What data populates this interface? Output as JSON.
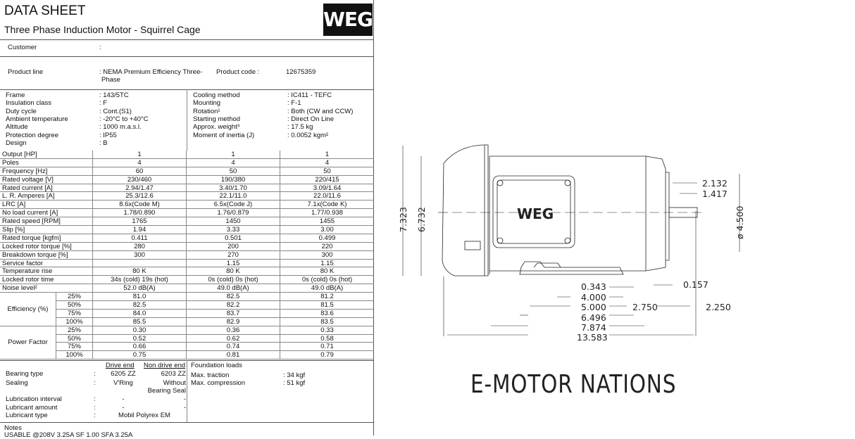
{
  "header": {
    "title": "DATA SHEET",
    "subtitle": "Three Phase Induction Motor - Squirrel Cage",
    "logo": "WEG"
  },
  "customer": {
    "label": "Customer",
    "value": ":"
  },
  "product": {
    "line_label": "Product line",
    "line_value": ": NEMA Premium Efficiency Three-",
    "line_value2": "Phase",
    "code_label": "Product code :",
    "code_value": "12675359"
  },
  "specs_left": [
    [
      "Frame",
      ": 143/5TC"
    ],
    [
      "Insulation class",
      ": F"
    ],
    [
      "Duty cycle",
      ": Cont.(S1)"
    ],
    [
      "Ambient temperature",
      ": -20°C to +40°C"
    ],
    [
      "Altitude",
      ": 1000 m.a.s.l."
    ],
    [
      "Protection degree",
      ": IP55"
    ],
    [
      "Design",
      ": B"
    ]
  ],
  "specs_right": [
    [
      "Cooling method",
      ": IC411 - TEFC"
    ],
    [
      "Mounting",
      ": F-1"
    ],
    [
      "Rotation¹",
      ": Both (CW and CCW)"
    ],
    [
      "Starting method",
      ": Direct On Line"
    ],
    [
      "Approx. weight³",
      ": 17.5 kg"
    ],
    [
      "Moment of inertia (J)",
      ": 0.0052 kgm²"
    ]
  ],
  "rows": [
    [
      "Output [HP]",
      "1",
      "1",
      "1"
    ],
    [
      "Poles",
      "4",
      "4",
      "4"
    ],
    [
      "Frequency [Hz]",
      "60",
      "50",
      "50"
    ],
    [
      "Rated voltage [V]",
      "230/460",
      "190/380",
      "220/415"
    ],
    [
      "Rated current [A]",
      "2.94/1.47",
      "3.40/1.70",
      "3.09/1.64"
    ],
    [
      "L. R. Amperes [A]",
      "25.3/12.6",
      "22.1/11.0",
      "22.0/11.6"
    ],
    [
      "LRC [A]",
      "8.6x(Code M)",
      "6.5x(Code J)",
      "7.1x(Code K)"
    ],
    [
      "No load current [A]",
      "1.78/0.890",
      "1.76/0.879",
      "1.77/0.938"
    ],
    [
      "Rated speed [RPM]",
      "1765",
      "1450",
      "1455"
    ],
    [
      "Slip [%]",
      "1.94",
      "3.33",
      "3.00"
    ],
    [
      "Rated torque [kgfm]",
      "0.411",
      "0.501",
      "0.499"
    ],
    [
      "Locked rotor torque [%]",
      "280",
      "200",
      "220"
    ],
    [
      "Breakdown torque [%]",
      "300",
      "270",
      "300"
    ],
    [
      "Service factor",
      "",
      "1.15",
      "1.15"
    ],
    [
      "Temperature rise",
      "80 K",
      "80 K",
      "80 K"
    ],
    [
      "Locked rotor time",
      "34s (cold) 19s (hot)",
      "0s (cold) 0s (hot)",
      "0s (cold) 0s (hot)"
    ],
    [
      "Noise level²",
      "52.0 dB(A)",
      "49.0 dB(A)",
      "49.0 dB(A)"
    ]
  ],
  "efficiency": {
    "label": "Efficiency (%)",
    "rows": [
      [
        "25%",
        "81.0",
        "82.5",
        "81.2"
      ],
      [
        "50%",
        "82.5",
        "82.2",
        "81.5"
      ],
      [
        "75%",
        "84.0",
        "83.7",
        "83.6"
      ],
      [
        "100%",
        "85.5",
        "82.9",
        "83.5"
      ]
    ]
  },
  "power_factor": {
    "label": "Power Factor",
    "rows": [
      [
        "25%",
        "0.30",
        "0.36",
        "0.33"
      ],
      [
        "50%",
        "0.52",
        "0.62",
        "0.58"
      ],
      [
        "75%",
        "0.66",
        "0.74",
        "0.71"
      ],
      [
        "100%",
        "0.75",
        "0.81",
        "0.79"
      ]
    ]
  },
  "bearing": {
    "drive_end": "Drive end",
    "non_drive_end": "Non drive end",
    "rows": [
      [
        "Bearing type",
        ":",
        "6205 ZZ",
        "6203 ZZ"
      ],
      [
        "Sealing",
        ":",
        "V'Ring",
        "Without"
      ],
      [
        "",
        "",
        "",
        "Bearing Seal"
      ],
      [
        "Lubrication interval",
        ":",
        "-",
        "-"
      ],
      [
        "Lubricant amount",
        ":",
        "-",
        "-"
      ],
      [
        "Lubricant type",
        ":",
        "Mobil Polyrex EM",
        ""
      ]
    ]
  },
  "foundation": {
    "title": "Foundation loads",
    "rows": [
      [
        "Max. traction",
        ": 34 kgf"
      ],
      [
        "Max. compression",
        ": 51 kgf"
      ]
    ]
  },
  "notes": {
    "label": "Notes",
    "text": "USABLE @208V 3.25A SF 1.00 SFA 3.25A"
  },
  "drawing": {
    "dims": {
      "h_total": "7.323",
      "h_body": "6.732",
      "d_shaft": "2.132",
      "d_key": "1.417",
      "flange": "ø 4.500",
      "d1": "0.343",
      "d2": "4.000",
      "d3": "5.000",
      "d4": "6.496",
      "d5": "7.874",
      "d6": "13.583",
      "d7": "2.750",
      "d8": "2.250",
      "d9": "0.157"
    },
    "plate_logo": "WEG"
  },
  "brand": "E-MOTOR NATIONS"
}
